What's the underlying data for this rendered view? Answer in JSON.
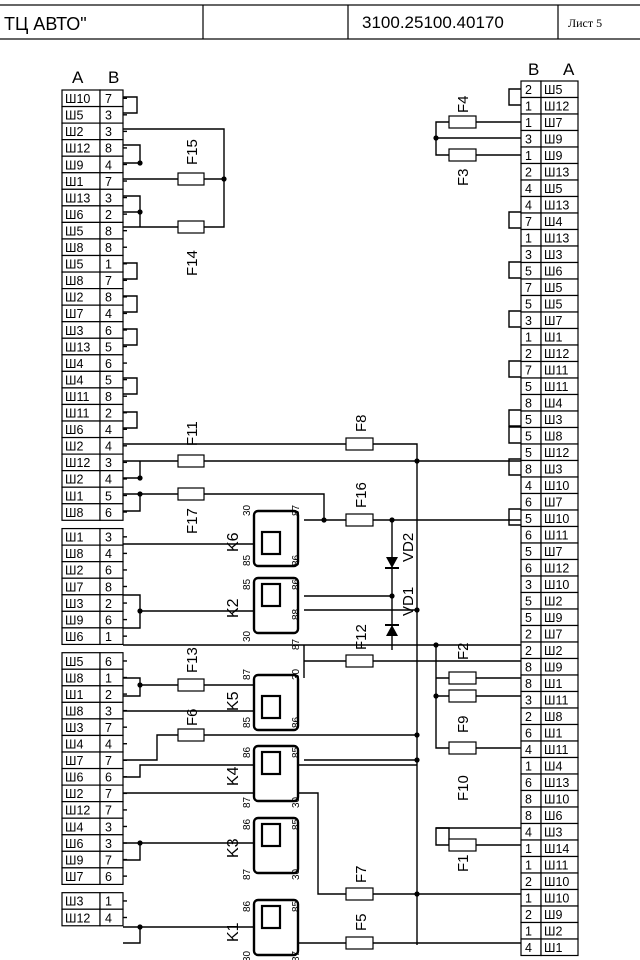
{
  "title_block": {
    "company": "ТЦ АВТО\"",
    "doc_number": "3100.25100.40170",
    "sheet": "Лист 5"
  },
  "left_header": {
    "a": "А",
    "b": "В"
  },
  "right_header": {
    "b": "В",
    "a": "А"
  },
  "left_connector": [
    [
      "Ш10",
      "7"
    ],
    [
      "Ш5",
      "3"
    ],
    [
      "Ш2",
      "3"
    ],
    [
      "Ш12",
      "8"
    ],
    [
      "Ш9",
      "4"
    ],
    [
      "Ш1",
      "7"
    ],
    [
      "Ш13",
      "3"
    ],
    [
      "Ш6",
      "2"
    ],
    [
      "Ш5",
      "8"
    ],
    [
      "Ш8",
      "8"
    ],
    [
      "Ш5",
      "1"
    ],
    [
      "Ш8",
      "7"
    ],
    [
      "Ш2",
      "8"
    ],
    [
      "Ш7",
      "4"
    ],
    [
      "Ш3",
      "6"
    ],
    [
      "Ш13",
      "5"
    ],
    [
      "Ш4",
      "6"
    ],
    [
      "Ш4",
      "5"
    ],
    [
      "Ш11",
      "8"
    ],
    [
      "Ш11",
      "2"
    ],
    [
      "Ш6",
      "4"
    ],
    [
      "Ш2",
      "4"
    ],
    [
      "Ш12",
      "3"
    ],
    [
      "Ш2",
      "4"
    ],
    [
      "Ш1",
      "5"
    ],
    [
      "Ш8",
      "6"
    ],
    null,
    [
      "Ш1",
      "3"
    ],
    [
      "Ш8",
      "4"
    ],
    [
      "Ш2",
      "6"
    ],
    [
      "Ш7",
      "8"
    ],
    [
      "Ш3",
      "2"
    ],
    [
      "Ш9",
      "6"
    ],
    [
      "Ш6",
      "1"
    ],
    null,
    [
      "Ш5",
      "6"
    ],
    [
      "Ш8",
      "1"
    ],
    [
      "Ш1",
      "2"
    ],
    [
      "Ш8",
      "3"
    ],
    [
      "Ш3",
      "7"
    ],
    [
      "Ш4",
      "4"
    ],
    [
      "Ш7",
      "7"
    ],
    [
      "Ш6",
      "6"
    ],
    [
      "Ш2",
      "7"
    ],
    [
      "Ш12",
      "7"
    ],
    [
      "Ш4",
      "3"
    ],
    [
      "Ш6",
      "3"
    ],
    [
      "Ш9",
      "7"
    ],
    [
      "Ш7",
      "6"
    ],
    null,
    [
      "Ш3",
      "1"
    ],
    [
      "Ш12",
      "4"
    ]
  ],
  "right_connector": [
    [
      "2",
      "Ш5"
    ],
    [
      "1",
      "Ш12"
    ],
    [
      "1",
      "Ш7"
    ],
    [
      "3",
      "Ш9"
    ],
    [
      "1",
      "Ш9"
    ],
    [
      "2",
      "Ш13"
    ],
    [
      "4",
      "Ш5"
    ],
    [
      "4",
      "Ш13"
    ],
    [
      "7",
      "Ш4"
    ],
    [
      "1",
      "Ш13"
    ],
    [
      "3",
      "Ш3"
    ],
    [
      "5",
      "Ш6"
    ],
    [
      "7",
      "Ш5"
    ],
    [
      "5",
      "Ш5"
    ],
    [
      "3",
      "Ш7"
    ],
    [
      "1",
      "Ш1"
    ],
    [
      "2",
      "Ш12"
    ],
    [
      "7",
      "Ш11"
    ],
    [
      "5",
      "Ш11"
    ],
    [
      "8",
      "Ш4"
    ],
    [
      "5",
      "Ш3"
    ],
    [
      "5",
      "Ш8"
    ],
    [
      "5",
      "Ш12"
    ],
    [
      "8",
      "Ш3"
    ],
    [
      "4",
      "Ш10"
    ],
    [
      "6",
      "Ш7"
    ],
    [
      "5",
      "Ш10"
    ],
    [
      "6",
      "Ш11"
    ],
    [
      "5",
      "Ш7"
    ],
    [
      "6",
      "Ш12"
    ],
    [
      "3",
      "Ш10"
    ],
    [
      "5",
      "Ш2"
    ],
    [
      "5",
      "Ш9"
    ],
    [
      "2",
      "Ш7"
    ],
    [
      "2",
      "Ш2"
    ],
    [
      "8",
      "Ш9"
    ],
    [
      "8",
      "Ш1"
    ],
    [
      "3",
      "Ш11"
    ],
    [
      "2",
      "Ш8"
    ],
    [
      "6",
      "Ш1"
    ],
    [
      "4",
      "Ш11"
    ],
    [
      "1",
      "Ш4"
    ],
    [
      "6",
      "Ш13"
    ],
    [
      "8",
      "Ш10"
    ],
    [
      "8",
      "Ш6"
    ],
    [
      "4",
      "Ш3"
    ],
    [
      "1",
      "Ш14"
    ],
    [
      "1",
      "Ш11"
    ],
    [
      "2",
      "Ш10"
    ],
    [
      "1",
      "Ш10"
    ],
    [
      "2",
      "Ш9"
    ],
    [
      "1",
      "Ш2"
    ],
    [
      "4",
      "Ш1"
    ]
  ],
  "fuses": [
    "F15",
    "F14",
    "F4",
    "F3",
    "F11",
    "F8",
    "F17",
    "F16",
    "F12",
    "F13",
    "F6",
    "F2",
    "F9",
    "F10",
    "F1",
    "F7",
    "F5"
  ],
  "relays": [
    "K6",
    "K2",
    "K5",
    "K4",
    "K3",
    "K1"
  ],
  "diodes": [
    "VD2",
    "VD1"
  ],
  "relay_pins": [
    "30",
    "87",
    "85",
    "86",
    "88"
  ]
}
